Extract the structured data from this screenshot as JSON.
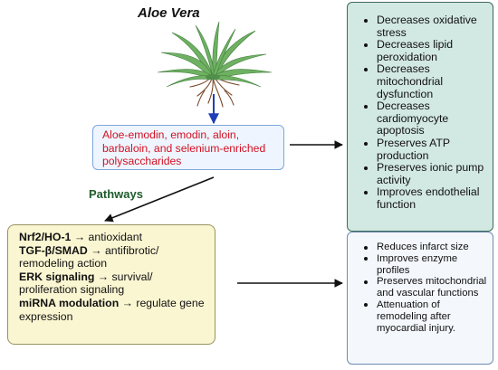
{
  "title": "Aloe Vera",
  "compounds": "Aloe-emodin, emodin, aloin, barbaloin, and selenium-enriched polysaccharides",
  "pathways_label": "Pathways",
  "pathways": [
    {
      "name": "Nrf2/HO-1",
      "arrow": "→",
      "effect": "antioxidant"
    },
    {
      "name": "TGF-β/SMAD",
      "arrow": "→",
      "effect": "antifibrotic/ remodeling action"
    },
    {
      "name": "ERK signaling",
      "arrow": "→",
      "effect": "survival/ proliferation signaling"
    },
    {
      "name": "miRNA modulation",
      "arrow": "→",
      "effect": "regulate gene expression"
    }
  ],
  "effects": [
    "Decreases oxidative stress",
    "Decreases lipid peroxidation",
    "Decreases mitochondrial dysfunction",
    "Decreases cardiomyocyte apoptosis",
    "Preserves ATP production",
    "Preserves ionic pump activity",
    "Improves endothelial function"
  ],
  "outcomes": [
    "Reduces infarct size",
    "Improves enzyme profiles",
    "Preserves mitochondrial and vascular functions",
    "Attenuation of remodeling after myocardial injury."
  ],
  "colors": {
    "compounds_text": "#d41123",
    "pathways_label": "#1e5b2c",
    "plant_arrow": "#1f3fb8",
    "effects_fill": "#d2e8e2",
    "outcomes_fill": "#f4f7fc",
    "pathways_fill": "#faf6d2"
  },
  "icons": {
    "plant": "aloe-vera-plant-icon"
  }
}
